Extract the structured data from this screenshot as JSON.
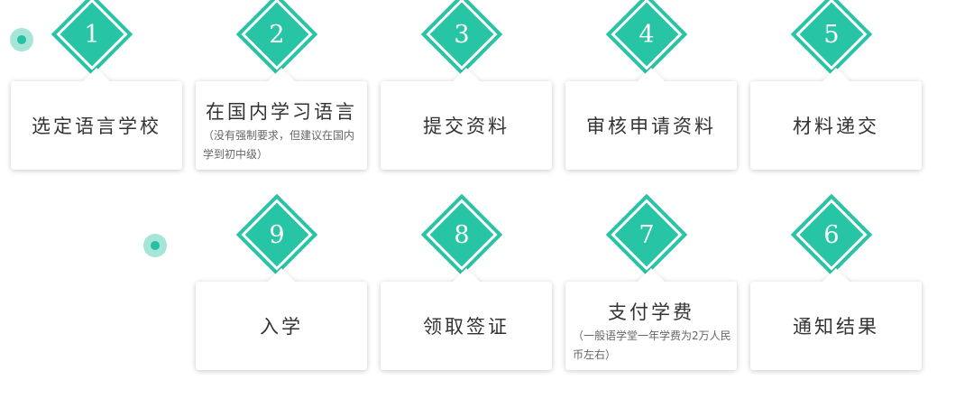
{
  "steps": [
    {
      "num": "1",
      "title": "选定语言学校",
      "note": ""
    },
    {
      "num": "2",
      "title": "在国内学习语言",
      "note": "（没有强制要求，但建议在国内学到初中级）"
    },
    {
      "num": "3",
      "title": "提交资料",
      "note": ""
    },
    {
      "num": "4",
      "title": "审核申请资料",
      "note": ""
    },
    {
      "num": "5",
      "title": "材料递交",
      "note": ""
    },
    {
      "num": "6",
      "title": "通知结果",
      "note": ""
    },
    {
      "num": "7",
      "title": "支付学费",
      "note": "（一般语学堂一年学费为2万人民币左右）"
    },
    {
      "num": "8",
      "title": "领取签证",
      "note": ""
    },
    {
      "num": "9",
      "title": "入学",
      "note": ""
    }
  ],
  "colors": {
    "accent": "#27c4a5",
    "dot_light": "#a5e6d8"
  }
}
